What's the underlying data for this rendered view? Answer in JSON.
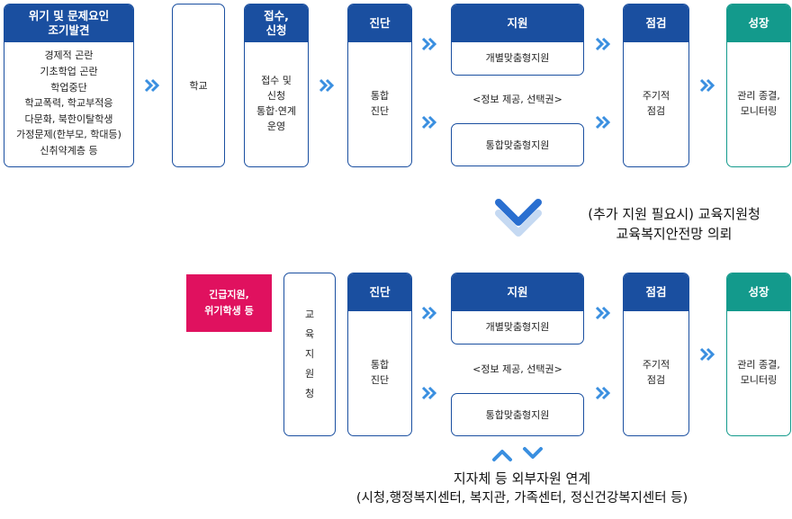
{
  "top": {
    "risk": {
      "title_line1": "위기 및 문제요인",
      "title_line2": "조기발견",
      "items": [
        "경제적 곤란",
        "기초학업 곤란",
        "학업중단",
        "학교폭력, 학교부적응",
        "다문화, 북한이탈학생",
        "가정문제(한부모, 학대등)",
        "신취약계층 등"
      ]
    },
    "school": "학교",
    "intake": {
      "title_line1": "접수,",
      "title_line2": "신청",
      "items": [
        "접수 및",
        "신청",
        "통합·연계",
        "운영"
      ]
    },
    "diag": {
      "title": "진단",
      "items": [
        "통합",
        "진단"
      ]
    },
    "support": {
      "title": "지원",
      "individual": "개별맞춤형지원",
      "info": "<정보 제공, 선택권>",
      "integrated": "통합맞춤형지원"
    },
    "check": {
      "title": "점검",
      "items": [
        "주기적",
        "점검"
      ]
    },
    "growth": {
      "title": "성장",
      "items": [
        "관리 종결,",
        "모니터링"
      ]
    }
  },
  "middle": {
    "line1": "(추가 지원 필요시) 교육지원청",
    "line2": "교육복지안전망 의뢰"
  },
  "bottom": {
    "urgent": [
      "긴급지원,",
      "위기학생 등"
    ],
    "office": [
      "교",
      "육",
      "지",
      "원",
      "청"
    ],
    "diag": {
      "title": "진단",
      "items": [
        "통합",
        "진단"
      ]
    },
    "support": {
      "title": "지원",
      "individual": "개별맞춤형지원",
      "info": "<정보 제공, 선택권>",
      "integrated": "통합맞춤형지원"
    },
    "check": {
      "title": "점검",
      "items": [
        "주기적",
        "점검"
      ]
    },
    "growth": {
      "title": "성장",
      "items": [
        "관리 종결,",
        "모니터링"
      ]
    }
  },
  "footer": {
    "line1": "지자체 등 외부자원 연계",
    "line2": "(시청,행정복지센터, 복지관, 가족센터, 정신건강복지센터 등)"
  },
  "colors": {
    "primary": "#1a4fa0",
    "teal": "#139a8c",
    "arrow": "#3a8fe0",
    "urgent": "#e0115f"
  },
  "icons": {
    "step_arrow": "double-chevron-right-icon",
    "down_arrow": "chevron-down-icon",
    "updown": "up-down-chevrons-icon"
  }
}
